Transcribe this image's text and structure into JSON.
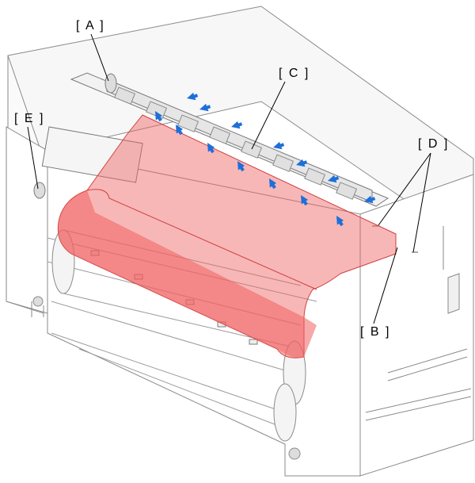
{
  "callouts": {
    "a": "[ A ]",
    "b": "[ B ]",
    "c": "[ C ]",
    "d": "[ D ]",
    "e": "[ E ]"
  },
  "colors": {
    "media": "#f06060",
    "arrow": "#1e6fd9",
    "outline": "#7a7a7a",
    "leader": "#000000"
  },
  "icons": {
    "arrow": "blue-down-left-arrow"
  }
}
